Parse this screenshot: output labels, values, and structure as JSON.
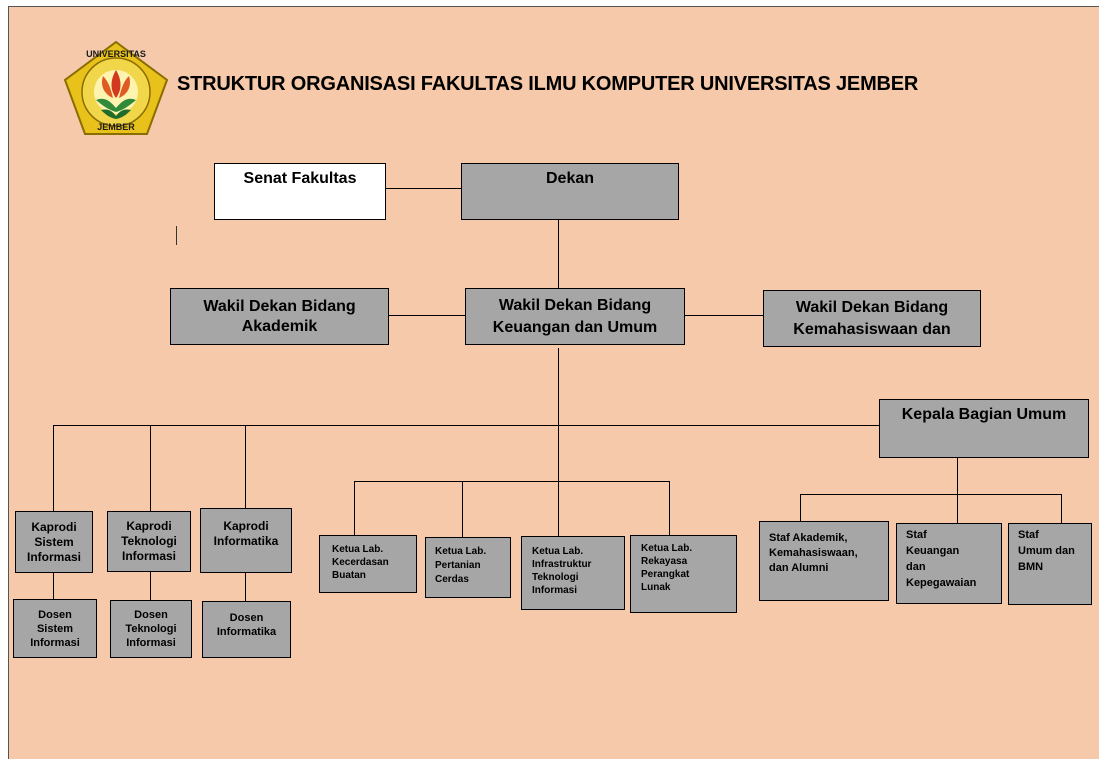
{
  "title": "STRUKTUR ORGANISASI FAKULTAS ILMU KOMPUTER UNIVERSITAS JEMBER",
  "logo": {
    "top_text": "UNIVERSITAS",
    "bottom_text": "JEMBER"
  },
  "nodes": {
    "senat": "Senat Fakultas",
    "dekan": "Dekan",
    "wd_akademik": "Wakil Dekan Bidang\nAkademik",
    "wd_keuangan": "Wakil Dekan Bidang\nKeuangan dan Umum",
    "wd_kemahasiswaan": "Wakil Dekan Bidang\nKemahasiswaan dan",
    "kabag_umum": "Kepala Bagian Umum",
    "kaprodi_si": "Kaprodi\nSistem\nInformasi",
    "kaprodi_ti": "Kaprodi\nTeknologi\nInformasi",
    "kaprodi_if": "Kaprodi\nInformatika",
    "dosen_si": "Dosen\nSistem\nInformasi",
    "dosen_ti": "Dosen\nTeknologi\nInformasi",
    "dosen_if": "Dosen\nInformatika",
    "lab_kb": "Ketua Lab.\nKecerdasan\nBuatan",
    "lab_pc": "Ketua Lab.\nPertanian\nCerdas",
    "lab_iti": "Ketua Lab.\nInfrastruktur\nTeknologi\nInformasi",
    "lab_rpl": "Ketua Lab.\nRekayasa\nPerangkat\nLunak",
    "staf_akademik": "Staf Akademik,\nKemahasiswaan,\ndan Alumni",
    "staf_keuangan": "Staf\nKeuangan\ndan\nKepegawaian",
    "staf_umum": "Staf\nUmum dan\nBMN"
  },
  "colors": {
    "background": "#f5c9a9",
    "box": "#a6a6a6",
    "box_white": "#ffffff",
    "line": "#000000"
  }
}
